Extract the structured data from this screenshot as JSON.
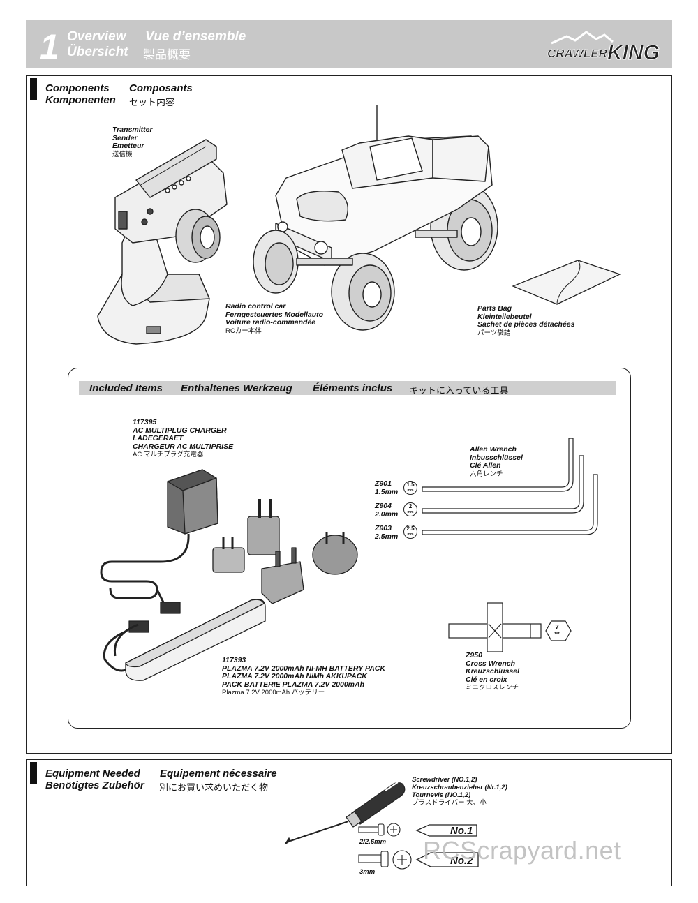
{
  "header": {
    "step_number": "1",
    "title_en": "Overview",
    "title_fr": "Vue d’ensemble",
    "title_de": "Übersicht",
    "title_jp": "製品概要",
    "logo_text": "CRAWLER KING",
    "bg_color": "#c8c8c8"
  },
  "components": {
    "title_en": "Components",
    "title_fr": "Composants",
    "title_de": "Komponenten",
    "title_jp": "セット内容",
    "transmitter": [
      "Transmitter",
      "Sender",
      "Emetteur",
      "送信機"
    ],
    "car": [
      "Radio control car",
      "Ferngesteuertes Modellauto",
      "Voiture radio-commandée",
      "RCカー本体"
    ],
    "parts_bag": [
      "Parts Bag",
      "Kleinteilebeutel",
      "Sachet de pièces détachées",
      "パーツ袋詰"
    ]
  },
  "included": {
    "title_en": "Included Items",
    "title_de": "Enthaltenes Werkzeug",
    "title_fr": "Éléments inclus",
    "title_jp": "キットに入っている工具",
    "charger": [
      "117395",
      "AC MULTIPLUG CHARGER",
      "LADEGERAET",
      "CHARGEUR AC MULTIPRISE",
      "AC マルチプラグ充電器"
    ],
    "battery": [
      "117393",
      "PLAZMA 7.2V 2000mAh NI-MH BATTERY PACK",
      "PLAZMA 7.2V 2000mAh NiMh AKKUPACK",
      "PACK BATTERIE PLAZMA 7.2V 2000mAh",
      "Plazma 7.2V 2000mAh バッテリー"
    ],
    "allen": [
      "Allen Wrench",
      "Inbusschlüssel",
      "Clé Allen",
      "六角レンチ"
    ],
    "wrenches": [
      {
        "code": "Z901",
        "size": "1.5mm",
        "badge": "1.5"
      },
      {
        "code": "Z904",
        "size": "2.0mm",
        "badge": "2"
      },
      {
        "code": "Z903",
        "size": "2.5mm",
        "badge": "2.5"
      }
    ],
    "badge_unit": "mm",
    "cross": [
      "Z950",
      "Cross Wrench",
      "Kreuzschlüssel",
      "Clé en croix",
      "ミニクロスレンチ"
    ],
    "cross_badge": "7"
  },
  "equipment": {
    "title_en": "Equipment Needed",
    "title_fr": "Equipement nécessaire",
    "title_de": "Benötigtes Zubehör",
    "title_jp": "別にお買い求めいただく物",
    "screwdriver": [
      "Screwdriver (NO.1,2)",
      "Kreuzschraubenzieher (Nr.1,2)",
      "Tournevis (NO.1,2)",
      "プラスドライバー 大、小"
    ],
    "screw1_size": "2/2.6mm",
    "screw2_size": "3mm",
    "no1": "No.1",
    "no2": "No.2"
  },
  "watermark": "RCScrapyard.net"
}
